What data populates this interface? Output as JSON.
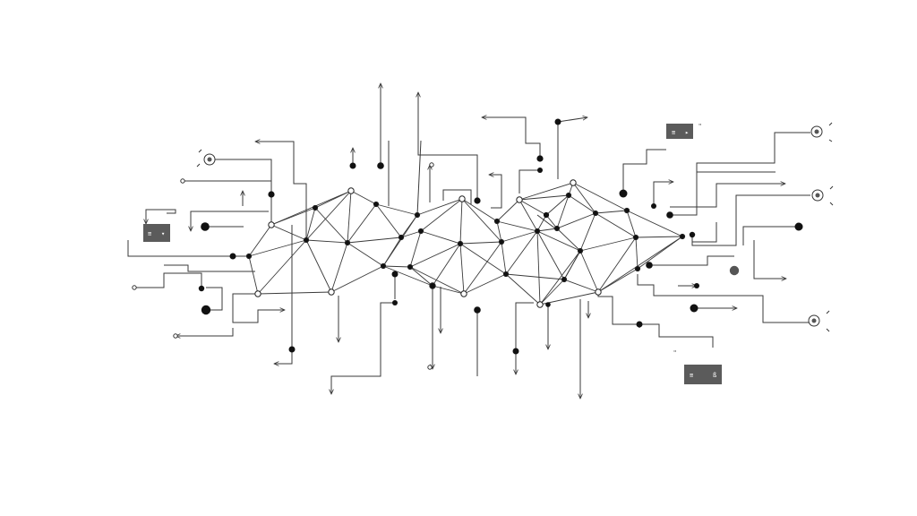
{
  "diagram": {
    "type": "network-circuit-diagram",
    "colors": {
      "background": "#ffffff",
      "line": "#3a3a3a",
      "node": "#111111",
      "callout": "#5b5b5b"
    },
    "icons": [
      "target-icon",
      "circle-arrow-icon",
      "callout-box-icon"
    ],
    "callouts": [
      {
        "id": "callout-box-top-right",
        "glyph": "≡",
        "mark": "\""
      },
      {
        "id": "callout-box-left",
        "glyph": "≡",
        "mark": ""
      },
      {
        "id": "callout-box-bottom-right",
        "glyph": "≡",
        "mark": "\""
      }
    ]
  }
}
